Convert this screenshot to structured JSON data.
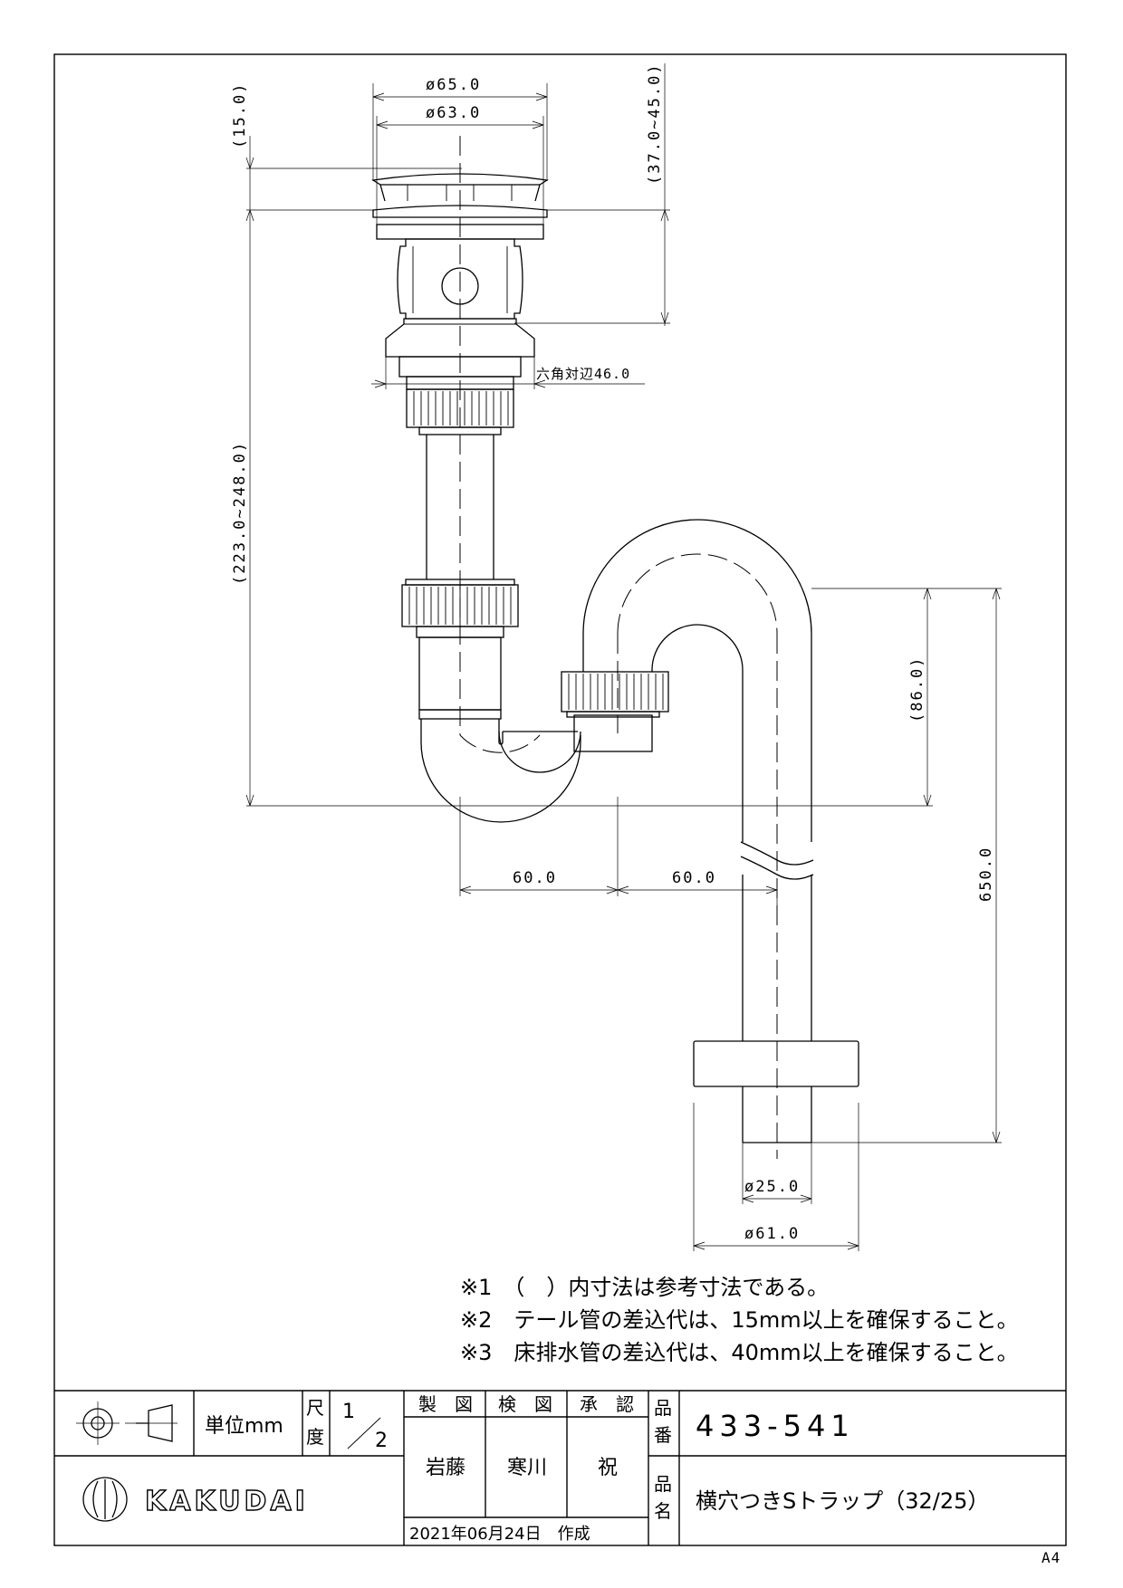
{
  "dimensions": {
    "dia_65": "ø65.0",
    "dia_63": "ø63.0",
    "h_15": "(15.0)",
    "h_37_45": "(37.0~45.0)",
    "h_223_248": "(223.0~248.0)",
    "hex_46": "六角対辺46.0",
    "h_86": "(86.0)",
    "h_650": "650.0",
    "w_60_left": "60.0",
    "w_60_right": "60.0",
    "dia_25": "ø25.0",
    "dia_61": "ø61.0"
  },
  "notes": [
    "※1　（　）内寸法は参考寸法である。",
    "※2　テール管の差込代は、15mm以上を確保すること。",
    "※3　床排水管の差込代は、40mm以上を確保すること。"
  ],
  "title_block": {
    "unit": "単位mm",
    "scale_label_1": "尺",
    "scale_label_2": "度",
    "scale_num": "1",
    "scale_den": "2",
    "drawn_label": "製　図",
    "checked_label": "検　図",
    "approved_label": "承　認",
    "drawn_by": "岩藤",
    "checked_by": "寒川",
    "approved_by": "祝",
    "date": "2021年06月24日　作成",
    "part_no_label_1": "品",
    "part_no_label_2": "番",
    "part_no": "433-541",
    "part_name_label_1": "品",
    "part_name_label_2": "名",
    "part_name": "横穴つきSトラップ（32/25）",
    "company": "KAKUDAI"
  },
  "sheet_size": "A4"
}
